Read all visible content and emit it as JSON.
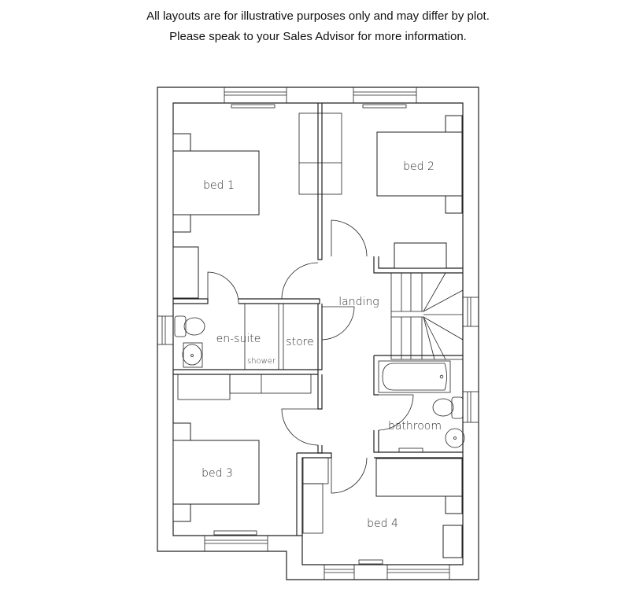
{
  "disclaimer": {
    "line1": "All layouts are for illustrative purposes only and may differ by plot.",
    "line2": "Please speak to your Sales Advisor for more information."
  },
  "rooms": {
    "bed1": "bed 1",
    "bed2": "bed 2",
    "landing": "landing",
    "ensuite": "en-suite",
    "store": "store",
    "shower": "shower",
    "bathroom": "bathroom",
    "bed3": "bed 3",
    "bed4": "bed 4"
  }
}
